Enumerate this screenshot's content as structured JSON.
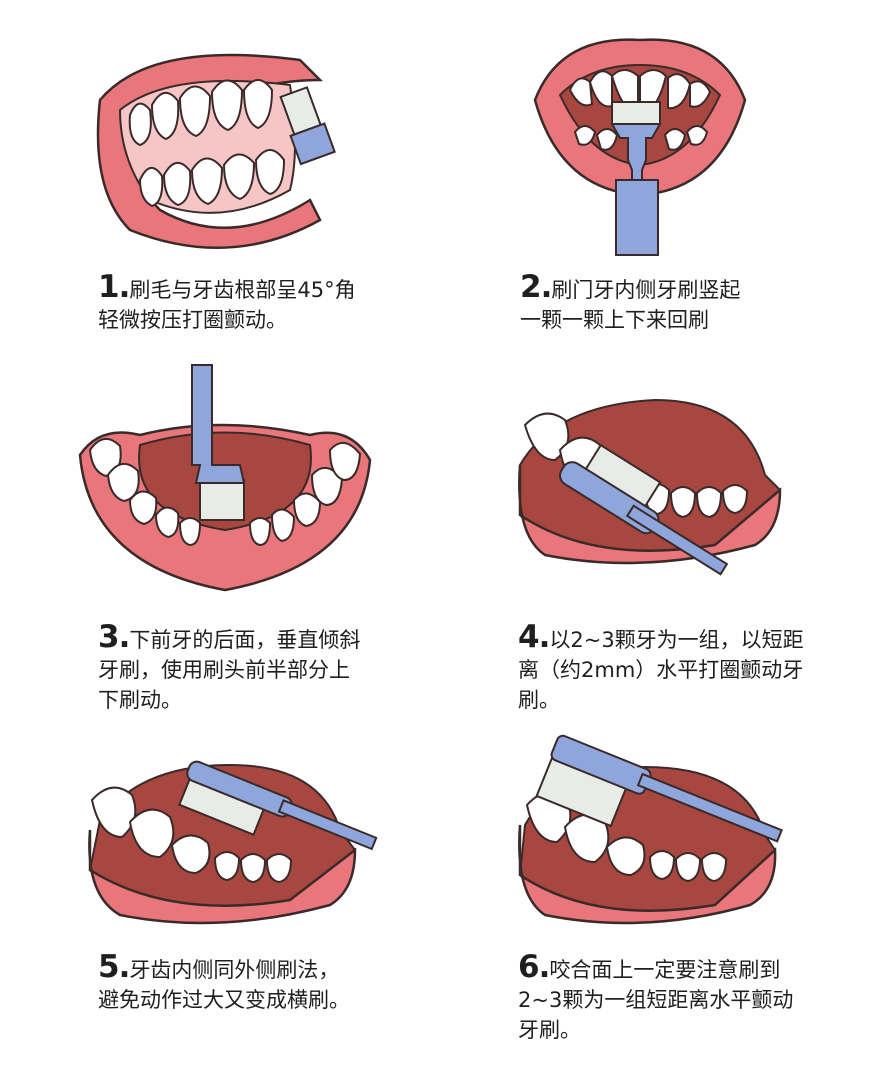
{
  "steps": [
    {
      "number": "1.",
      "lines": [
        "刷毛与牙齿根部呈45°角",
        "轻微按压打圈颤动。"
      ]
    },
    {
      "number": "2.",
      "lines": [
        "刷门牙内侧牙刷竖起",
        "一颗一颗上下来回刷"
      ]
    },
    {
      "number": "3.",
      "lines": [
        "下前牙的后面，垂直倾斜",
        "牙刷，使用刷头前半部分上",
        "下刷动。"
      ]
    },
    {
      "number": "4.",
      "lines": [
        "以2~3颗牙为一组，以短距",
        "离（约2mm）水平打圈颤动牙",
        "刷。"
      ]
    },
    {
      "number": "5.",
      "lines": [
        "牙齿内侧同外侧刷法，",
        "避免动作过大又变成横刷。"
      ]
    },
    {
      "number": "6.",
      "lines": [
        "咬合面上一定要注意刷到",
        "2~3颗为一组短距离水平颤动",
        "牙刷。"
      ]
    }
  ],
  "colors": {
    "lip": "#e9767a",
    "lip_outline": "#3a2a2a",
    "gum": "#f2a3a6",
    "tongue": "#a8473f",
    "tooth": "#ffffff",
    "brush": "#8fa6dc",
    "bristle": "#e8ece6"
  },
  "icons": [
    "mouth-side-view-illustration",
    "mouth-front-view-illustration",
    "lower-jaw-illustration",
    "molar-brushing-illustration"
  ]
}
